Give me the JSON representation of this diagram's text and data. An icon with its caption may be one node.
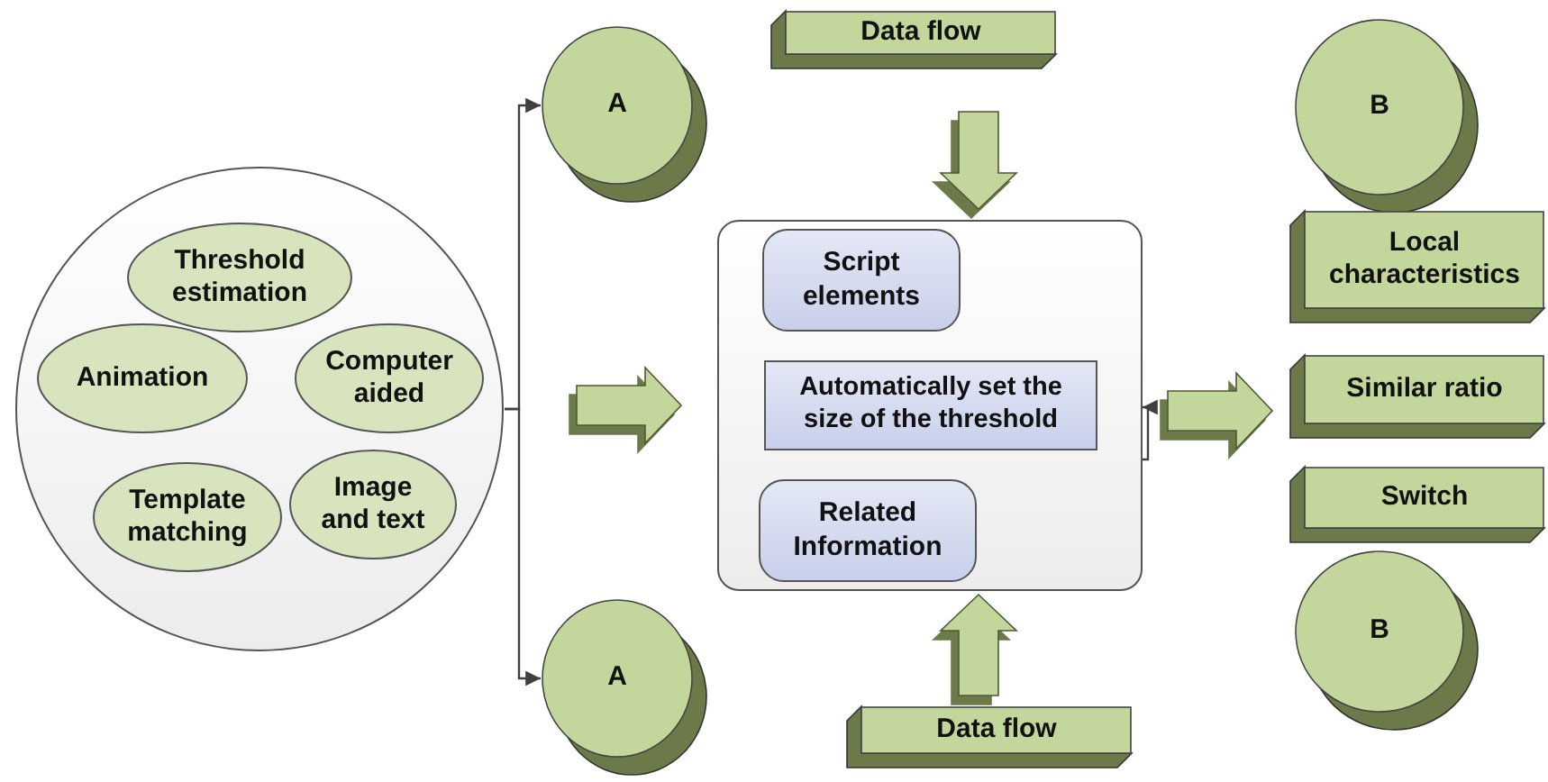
{
  "diagram": {
    "nodes": [
      {
        "text": [],
        "shape": "circle"
      },
      {
        "text": [
          "Threshold estimation"
        ],
        "in": 0
      },
      {
        "text": [
          "Animation"
        ],
        "in": 0
      },
      {
        "text": [
          "Computer aided"
        ],
        "in": 0
      },
      {
        "text": [
          "Template matching"
        ],
        "in": 0
      },
      {
        "text": [
          "Image and text"
        ],
        "in": 0
      },
      {
        "text": [
          "A"
        ]
      },
      {
        "text": [
          "A"
        ]
      },
      {
        "text": [
          "Data flow"
        ]
      },
      {
        "text": [
          "Data flow"
        ]
      },
      {
        "text": [],
        "shape": "box"
      },
      {
        "text": [
          "Script elements"
        ],
        "in": 10
      },
      {
        "text": [
          "Automatically set the size of the threshold"
        ],
        "in": 10
      },
      {
        "text": [
          "Related Information"
        ],
        "in": 10
      },
      {
        "text": [
          "B"
        ]
      },
      {
        "text": [
          "Local characteristics"
        ]
      },
      {
        "text": [
          "Similar ratio"
        ]
      },
      {
        "text": [
          "Switch"
        ]
      },
      {
        "text": [
          "B"
        ]
      }
    ],
    "edges": [
      {
        "from": 0,
        "to": 6,
        "arrow": "to"
      },
      {
        "from": 0,
        "to": 7,
        "arrow": "to"
      },
      {
        "from": 0,
        "to": 10,
        "arrow": "to",
        "style": "thick"
      },
      {
        "from": 8,
        "to": 10,
        "arrow": "to",
        "style": "thick"
      },
      {
        "from": 9,
        "to": 10,
        "arrow": "to",
        "style": "thick"
      },
      {
        "from": 10,
        "to": 16,
        "arrow": "to",
        "style": "thick"
      },
      {
        "from": 12,
        "to": 10,
        "arrow": "to"
      }
    ]
  }
}
